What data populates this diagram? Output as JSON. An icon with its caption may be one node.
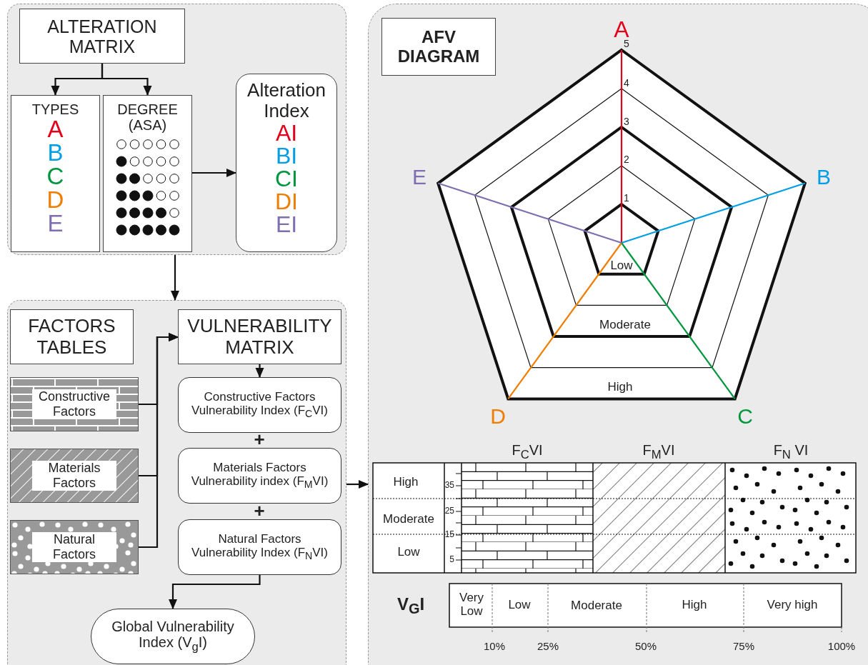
{
  "diagram": {
    "nodes": [
      {
        "text": [],
        "shape": "box"
      },
      {
        "text": [
          "ALTERATION MATRIX"
        ],
        "in": 0
      },
      {
        "text": [
          "TYPES",
          "A",
          "B",
          "C",
          "D",
          "E"
        ],
        "in": 0
      },
      {
        "text": [
          "DEGREE (ASA)"
        ],
        "in": 0
      },
      {
        "text": [
          "Alteration Index",
          "AI",
          "BI",
          "CI",
          "DI",
          "EI"
        ],
        "in": 0
      },
      {
        "text": [],
        "shape": "box"
      },
      {
        "text": [
          "FACTORS TABLES"
        ],
        "in": 5
      },
      {
        "text": [
          "Constructive Factors"
        ],
        "in": 5
      },
      {
        "text": [
          "Materials Factors"
        ],
        "in": 5
      },
      {
        "text": [
          "Natural Factors"
        ],
        "in": 5
      },
      {
        "text": [
          "VULNERABILITY MATRIX"
        ],
        "in": 5
      },
      {
        "text": [
          "Constructive Factors Vulnerability Index (F$_{C}$VI)"
        ],
        "in": 5
      },
      {
        "text": [
          "Materials Factors Vulnerability index (F$_{M}$VI)"
        ],
        "in": 5
      },
      {
        "text": [
          "Natural Factors Vulnerability Index (F$_{N}$VI)"
        ],
        "in": 5
      },
      {
        "text": [
          "Global Vulnerability Index (V$_{g}$I)"
        ],
        "in": 5
      },
      {
        "text": [],
        "shape": "box"
      },
      {
        "text": [
          "AFV DIAGRAM"
        ],
        "in": 15
      }
    ],
    "edges": [
      {
        "from": 1,
        "to": 2,
        "arrow": "to"
      },
      {
        "from": 1,
        "to": 3,
        "arrow": "to"
      },
      {
        "from": 3,
        "to": 4,
        "arrow": "to"
      },
      {
        "from": 0,
        "to": 5,
        "arrow": "to"
      },
      {
        "from": 7,
        "to": 10,
        "arrow": "to"
      },
      {
        "from": 8,
        "to": 10,
        "arrow": "to"
      },
      {
        "from": 9,
        "to": 10,
        "arrow": "to"
      },
      {
        "from": 10,
        "to": 11,
        "arrow": "to"
      },
      {
        "from": 13,
        "to": 14,
        "arrow": "to"
      },
      {
        "from": 5,
        "to": 15,
        "arrow": "to"
      }
    ],
    "labels": [
      "+",
      "+",
      "A",
      "5",
      "4",
      "3",
      "2",
      "1",
      "E",
      "B",
      "Low",
      "Moderate",
      "High",
      "D",
      "C",
      "F$_{C}$VI",
      "F$_{M}$VI",
      "F$_{N}$ VI",
      "High",
      "35",
      "25",
      "Moderate",
      "15",
      "Low",
      "5",
      "V$_{G}$I",
      "Very Low",
      "Low",
      "Moderate",
      "High",
      "Very high",
      "10%",
      "25%",
      "50%",
      "75%",
      "100%"
    ]
  }
}
